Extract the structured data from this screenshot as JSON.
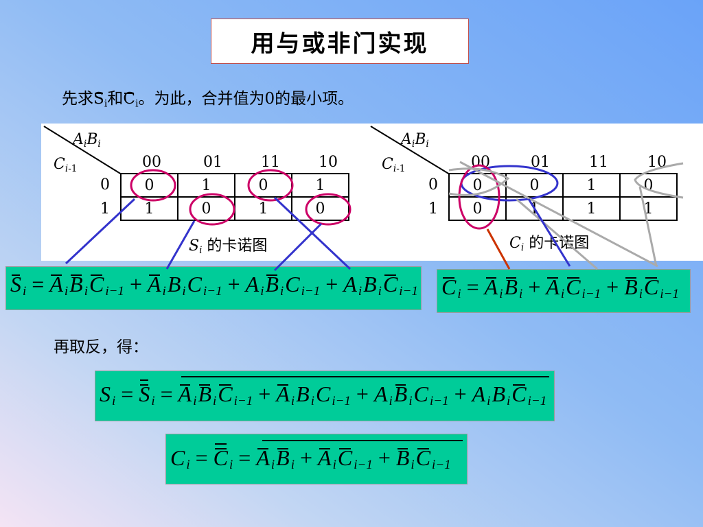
{
  "title": "用与或非门实现",
  "intro": {
    "prefix": "先求",
    "s": "S",
    "i1": "i",
    "and": "和",
    "c": "C",
    "i2": "i",
    "suffix": "。为此，合并值为0的最小项。"
  },
  "kmap_header": {
    "ab_a": "A",
    "ab_i1": "i",
    "ab_b": "B",
    "ab_i2": "i",
    "c": "C",
    "c_sub": "i",
    "c_tail": "-1"
  },
  "col_headers": [
    "00",
    "01",
    "11",
    "10"
  ],
  "row_headers": [
    "0",
    "1"
  ],
  "kmap_s": {
    "row0": [
      "0",
      "1",
      "0",
      "1"
    ],
    "row1": [
      "1",
      "0",
      "1",
      "0"
    ],
    "caption_sym": "S",
    "caption_sub": "i",
    "caption_text": " 的卡诺图"
  },
  "kmap_c": {
    "row0": [
      "0",
      "0",
      "1",
      "0"
    ],
    "row1": [
      "0",
      "1",
      "1",
      "1"
    ],
    "caption_sym": "C",
    "caption_sub": "i",
    "caption_text": " 的卡诺图"
  },
  "eq_symbols": {
    "S": "S",
    "C": "C",
    "A": "A",
    "B": "B",
    "i": "i",
    "sub_im1": "i−1",
    "eq": "=",
    "plus": "+"
  },
  "retake": "再取反，得：",
  "colors": {
    "green": "#00cc99",
    "circle": "#cc0066",
    "blue_line": "#3333cc",
    "blue_ring": "#3333cc",
    "gray_ring": "#aaaaaa",
    "red_line": "#cc3300",
    "title_border": "#c0504d"
  }
}
